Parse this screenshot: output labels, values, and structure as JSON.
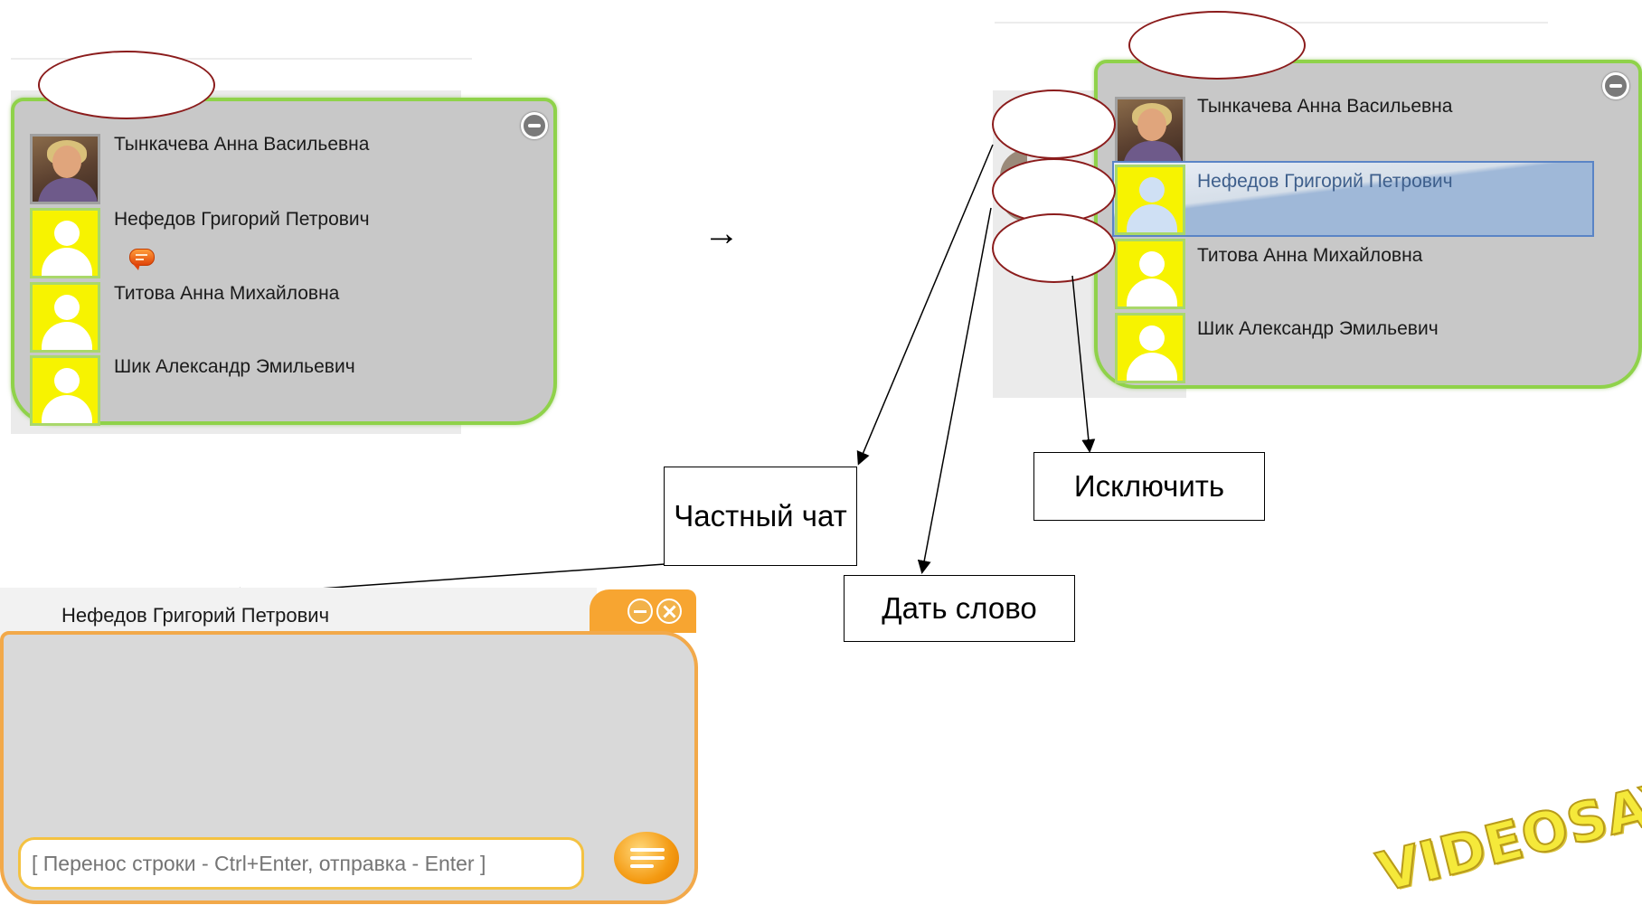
{
  "panel_before": {
    "participants": [
      {
        "name": "Тынкачева Анна Васильевна",
        "avatar": "photo"
      },
      {
        "name": "Нефедов Григорий Петрович",
        "avatar": "default",
        "has_chat_icon": true
      },
      {
        "name": "Титова Анна Михайловна",
        "avatar": "default"
      },
      {
        "name": "Шик Александр Эмильевич",
        "avatar": "default"
      }
    ]
  },
  "arrow": "→",
  "panel_after": {
    "participants": [
      {
        "name": "Тынкачева Анна Васильевна",
        "avatar": "photo"
      },
      {
        "name": "Нефедов Григорий Петрович",
        "avatar": "default",
        "selected": true
      },
      {
        "name": "Титова Анна Михайловна",
        "avatar": "default"
      },
      {
        "name": "Шик Александр Эмильевич",
        "avatar": "default"
      }
    ]
  },
  "callouts": {
    "private_chat": "Частный чат",
    "give_word": "Дать слово",
    "exclude": "Исключить"
  },
  "chat_window": {
    "title": "Нефедов Григорий Петрович",
    "input_placeholder": "[ Перенос строки - Ctrl+Enter, отправка - Enter ]"
  },
  "logo": {
    "text": "VIDEOSAY"
  },
  "colors": {
    "panel_border": "#8fd24a",
    "panel_bg": "#c8c8c8",
    "avatar_yellow": "#f7f300",
    "chat_orange": "#f7a531",
    "ellipse_border": "#8b1c1c",
    "selection_blue": "#5a84c6"
  }
}
